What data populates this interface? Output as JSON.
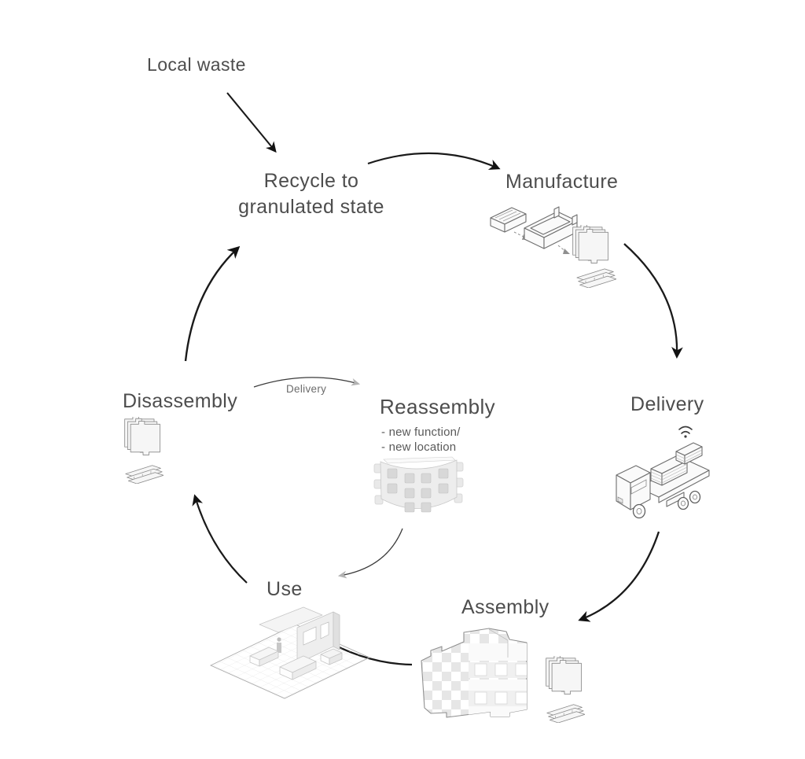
{
  "diagram": {
    "nodes": {
      "local_waste": {
        "label": "Local waste"
      },
      "recycle": {
        "line1": "Recycle to",
        "line2": "granulated state"
      },
      "manufacture": {
        "label": "Manufacture"
      },
      "delivery": {
        "label": "Delivery"
      },
      "assembly": {
        "label": "Assembly"
      },
      "use": {
        "label": "Use"
      },
      "disassembly": {
        "label": "Disassembly"
      },
      "reassembly": {
        "label": "Reassembly",
        "note1": "- new function/",
        "note2": "- new location"
      }
    },
    "edges": {
      "local_waste_to_recycle": {
        "label": ""
      },
      "recycle_to_manufacture": {
        "label": ""
      },
      "manufacture_to_delivery": {
        "label": ""
      },
      "delivery_to_assembly": {
        "label": ""
      },
      "assembly_to_use": {
        "label": ""
      },
      "use_to_disassembly": {
        "label": ""
      },
      "disassembly_to_recycle": {
        "label": ""
      },
      "disassembly_to_reassembly": {
        "label": "Delivery"
      },
      "reassembly_to_use": {
        "label": ""
      }
    },
    "icons": {
      "mold_icon": "brick pressed into mold",
      "block_stack_icon": "stack of interlocking panels",
      "slats_icon": "bundle of slats",
      "truck_icon": "flatbed delivery truck",
      "wifi_icon": "wireless signal",
      "assembly_wall_icon": "checkered block wall",
      "room_icon": "furnished room interior",
      "curved_wall_icon": "curved reassembled wall"
    }
  },
  "colors": {
    "background": "#ffffff",
    "text": "#4d4d4d",
    "arrow": "#1a1a1a",
    "muted_arrow": "#a9a9a9",
    "icon_outline": "#6e6e6e",
    "icon_fill": "#f7f7f7"
  }
}
